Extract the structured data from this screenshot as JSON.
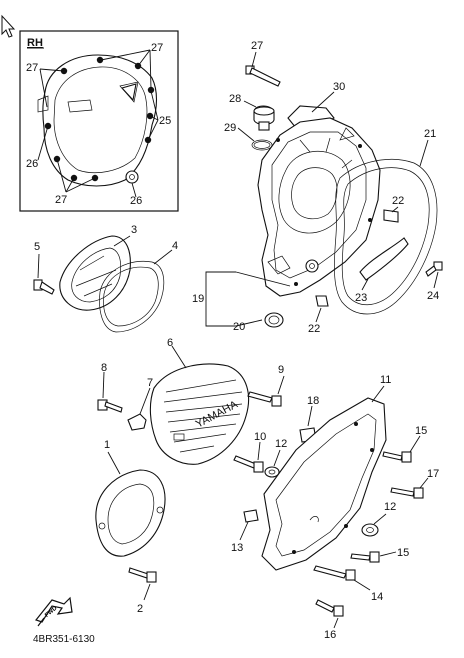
{
  "diagram": {
    "inset_label": "RH",
    "footer_code": "4BR351-6130",
    "fwd_label": "FWD",
    "callouts": {
      "c1": "1",
      "c2": "2",
      "c3": "3",
      "c4": "4",
      "c5": "5",
      "c6": "6",
      "c7": "7",
      "c8": "8",
      "c9": "9",
      "c10": "10",
      "c11": "11",
      "c12a": "12",
      "c12b": "12",
      "c13": "13",
      "c14": "14",
      "c15a": "15",
      "c15b": "15",
      "c16": "16",
      "c17": "17",
      "c18": "18",
      "c19": "19",
      "c20": "20",
      "c21": "21",
      "c22a": "22",
      "c22b": "22",
      "c23": "23",
      "c24": "24",
      "c25": "25",
      "c26a": "26",
      "c26b": "26",
      "c27a": "27",
      "c27b": "27",
      "c27c": "27",
      "c27d": "27",
      "c28": "28",
      "c29": "29",
      "c30": "30"
    },
    "cover_brand": "YAMAHA"
  }
}
